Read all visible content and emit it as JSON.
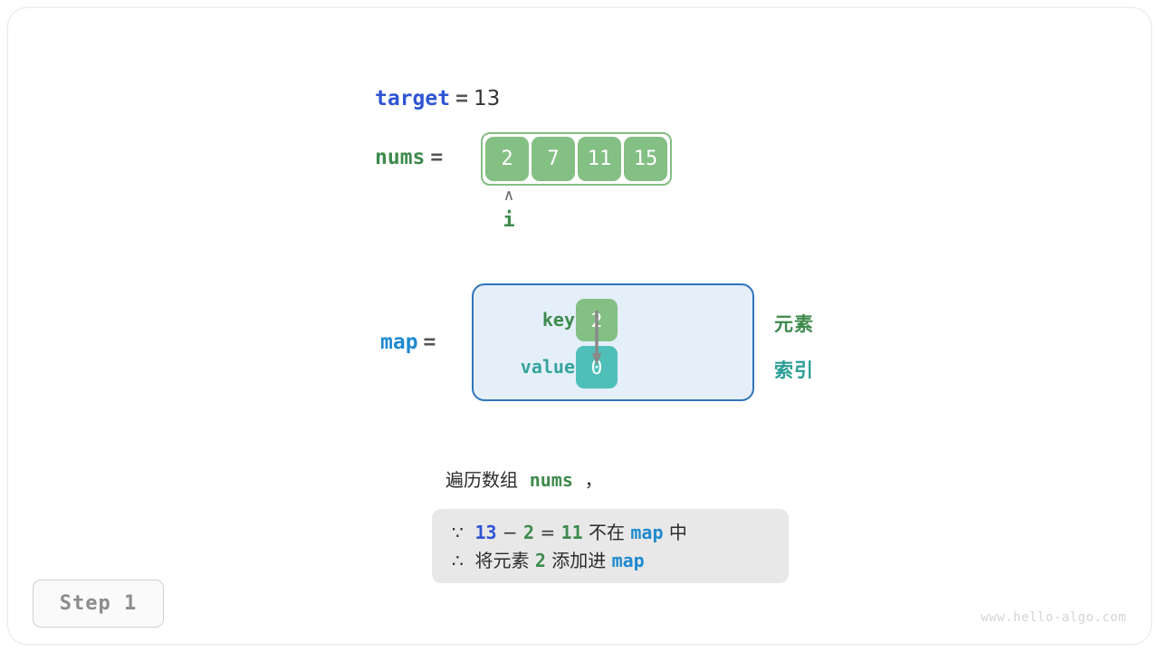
{
  "watermark": "www.hello-algo.com",
  "step_badge": "Step 1",
  "target": {
    "name": "target",
    "equals": "=",
    "value": "13"
  },
  "nums": {
    "name": "nums",
    "equals": "=",
    "cells": [
      "2",
      "7",
      "11",
      "15"
    ]
  },
  "pointer": {
    "caret": "∧",
    "label": "i"
  },
  "map": {
    "name": "map",
    "equals": "=",
    "key_label": "key",
    "value_label": "value",
    "key_cell": "2",
    "value_cell": "0",
    "legend_element": "元素",
    "legend_index": "索引"
  },
  "caption": {
    "prefix": "遍历数组",
    "code": "nums",
    "suffix": "，"
  },
  "note": {
    "line1": {
      "because_symbol": "∵",
      "target": "13",
      "minus": "−",
      "num": "2",
      "equals": "=",
      "result": "11",
      "not_in": "不在",
      "map": "map",
      "in_suffix": "中"
    },
    "line2": {
      "therefore_symbol": "∴",
      "text_a": "将元素",
      "num": "2",
      "text_b": "添加进",
      "map": "map"
    }
  },
  "colors": {
    "green": "#84bf84",
    "green_text": "#3e8a4d",
    "teal": "#4ec0b8",
    "teal_text": "#2a9d96",
    "blue_var": "#2f55d4",
    "blue_map": "#1f8ad0",
    "map_box_fill": "#e4eff9",
    "map_box_border": "#2f74bb",
    "note_box_fill": "#e8e8e8",
    "gray_text": "#8c8c8c"
  }
}
